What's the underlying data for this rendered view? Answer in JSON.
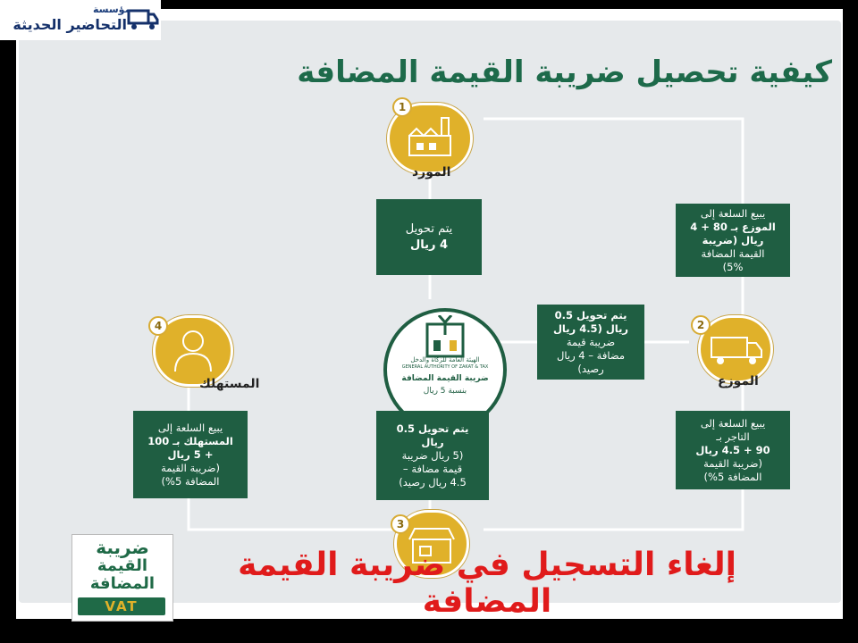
{
  "corner_logo": {
    "line1": "مؤسسة",
    "line2": "التحاضير الحديثة"
  },
  "diagram": {
    "title": "كيفية تحصيل ضريبة القيمة المضافة",
    "nodes": [
      {
        "id": "supplier",
        "number": "1",
        "label": "المورد"
      },
      {
        "id": "distributor",
        "number": "2",
        "label": "الموزع"
      },
      {
        "id": "retailer",
        "number": "3",
        "label": ""
      },
      {
        "id": "consumer",
        "number": "4",
        "label": "المستهلك"
      }
    ],
    "center": {
      "line1": "الهيئة العامة للزكاة والدخل",
      "line2": "GENERAL AUTHORITY OF ZAKAT & TAX",
      "line3": "ضريبة القيمة المضافة",
      "line4": "بنسبة 5 ريال"
    },
    "boxes": {
      "supplier_to_center": [
        "يتم تحويل",
        "4 ريال"
      ],
      "supplier_sells": [
        "يبيع السلعة إلى",
        "الموزع بـ 80 + 4",
        "ريال (ضريبة",
        "القيمة المضافة",
        "5%)"
      ],
      "distributor_to_center": [
        "يتم تحويل 0.5",
        "ريال (4.5 ريال",
        "ضريبة قيمة",
        "مضافة – 4 ريال",
        "رصيد)"
      ],
      "distributor_sells": [
        "يبيع السلعة إلى",
        "التاجر بـ",
        "90 + 4.5 ريال",
        "(ضريبة القيمة",
        "المضافة 5%)"
      ],
      "retailer_to_center": [
        "يتم تحويل 0.5",
        "ريال",
        "(5 ريال ضريبة",
        "قيمة مضافة –",
        "4.5 ريال رصيد)"
      ],
      "retailer_sells": [
        "يبيع السلعة إلى",
        "المستهلك بـ 100",
        "+ 5 ريال",
        "(ضريبة القيمة",
        "المضافة 5%)"
      ]
    },
    "vat_logo": {
      "line1": "ضريبة",
      "line2": "القيمة",
      "line3": "المضافة",
      "badge": "VAT"
    }
  },
  "caption": "إلغاء التسجيل في ضريبة القيمة المضافة",
  "colors": {
    "dark_green": "#1f5e42",
    "gold": "#e0b12a",
    "caption_red": "#e01b1b",
    "panel_gray": "#e6e9eb"
  }
}
